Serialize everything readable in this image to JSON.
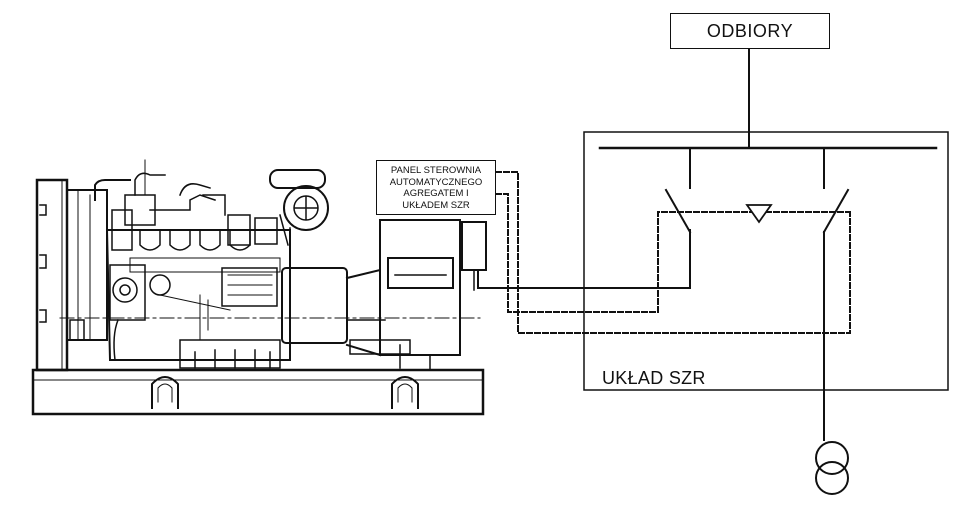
{
  "loads_label": "ODBIORY",
  "panel_label_lines": [
    "PANEL STEROWNIA",
    "AUTOMATYCZNEGO",
    "AGREGATEM I",
    "UKŁADEM SZR"
  ],
  "szr_label": "UKŁAD SZR",
  "colors": {
    "line": "#111111",
    "background": "#ffffff"
  },
  "icons": [
    "generator-set-drawing",
    "transfer-switch",
    "interlock-triangle",
    "transformer-icon"
  ]
}
